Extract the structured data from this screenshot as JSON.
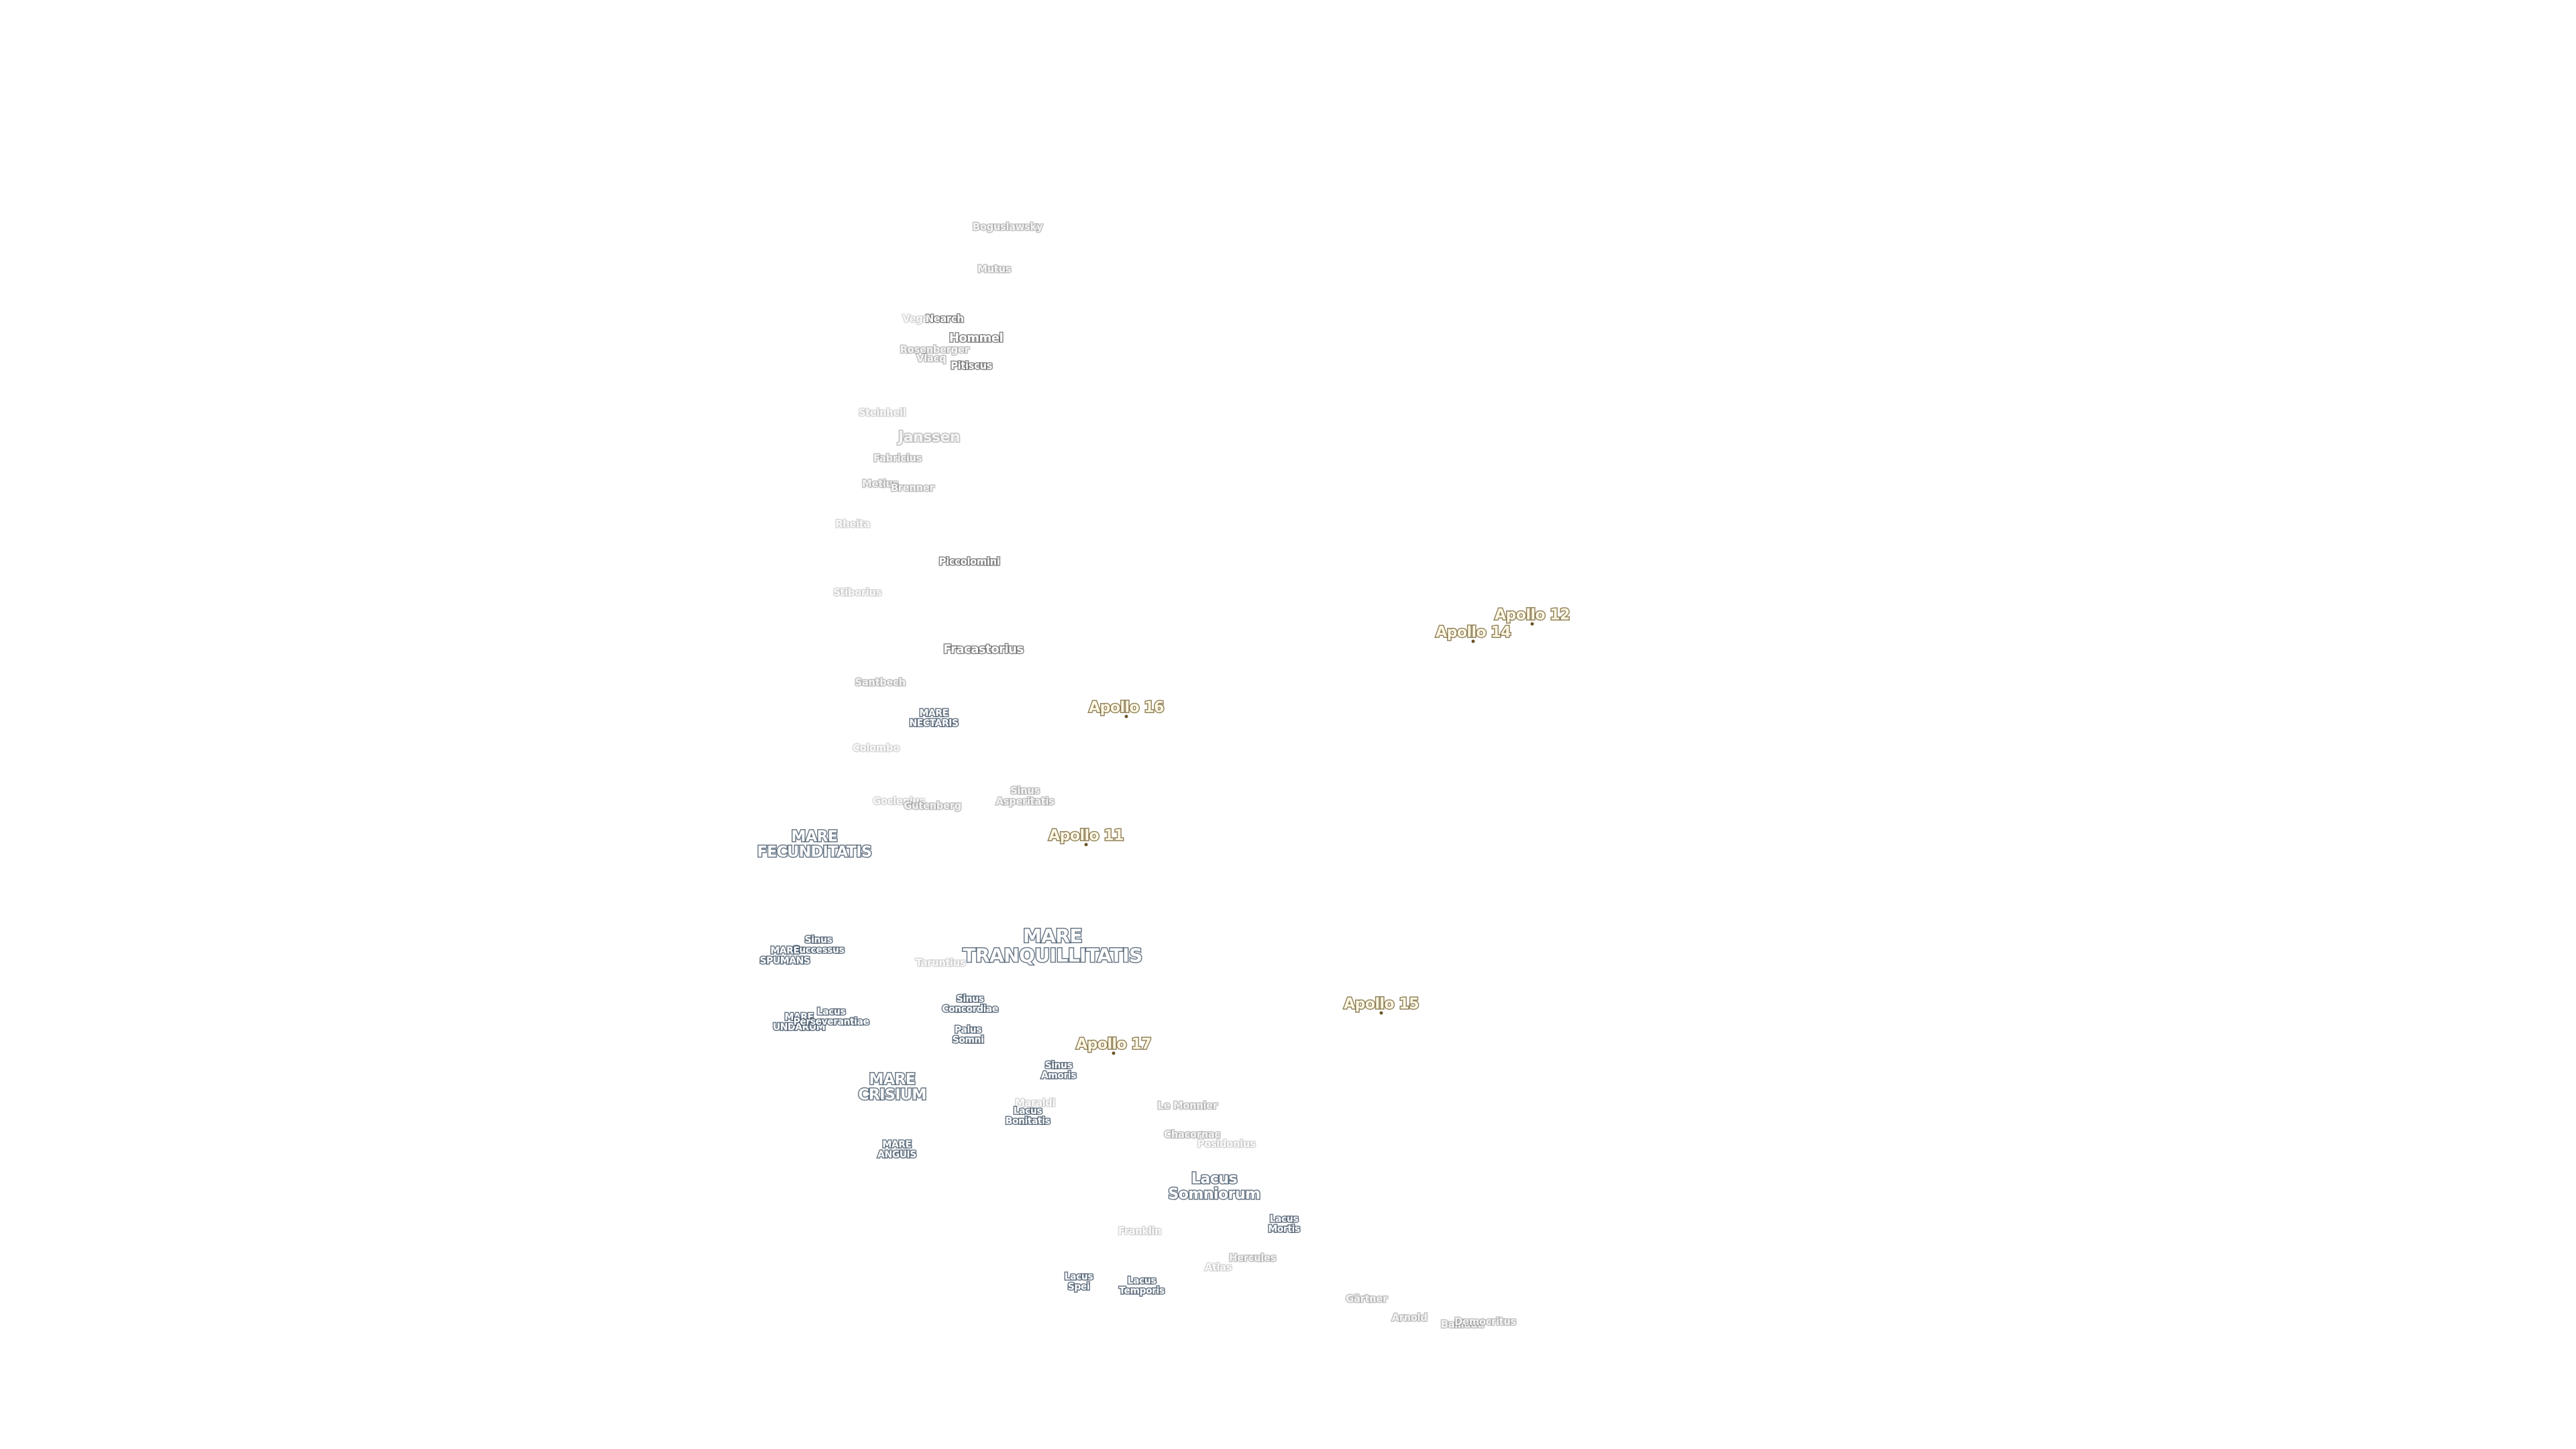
{
  "map": {
    "layer_name": "moon-feature-labels",
    "colors": {
      "background": "#ffffff",
      "crater_halo": "#3c3c3c",
      "mare_halo": "#374b5f",
      "apollo_halo": "#6e5a28",
      "apollo_fill": "#fff8e4"
    },
    "labels": [
      {
        "text": "Boguslawsky",
        "kind": "crater",
        "size": "sm",
        "tone": "faint"
      },
      {
        "text": "Mutus",
        "kind": "crater",
        "size": "sm",
        "tone": "faint"
      },
      {
        "text": "Nearch",
        "kind": "crater",
        "size": "sm",
        "tone": "normal"
      },
      {
        "text": "Vega",
        "kind": "crater",
        "size": "sm",
        "tone": "vfaint"
      },
      {
        "text": "Hommel",
        "kind": "crater",
        "size": "md",
        "tone": "normal"
      },
      {
        "text": "Rosenberger",
        "kind": "crater",
        "size": "sm",
        "tone": "faint"
      },
      {
        "text": "Vlacq",
        "kind": "crater",
        "size": "sm",
        "tone": "faint"
      },
      {
        "text": "Pitiscus",
        "kind": "crater",
        "size": "sm",
        "tone": "normal"
      },
      {
        "text": "Steinheil",
        "kind": "crater",
        "size": "sm",
        "tone": "vfaint"
      },
      {
        "text": "Janssen",
        "kind": "crater",
        "size": "lg",
        "tone": "faint"
      },
      {
        "text": "Fabricius",
        "kind": "crater",
        "size": "sm",
        "tone": "faint"
      },
      {
        "text": "Metius",
        "kind": "crater",
        "size": "sm",
        "tone": "faint"
      },
      {
        "text": "Brenner",
        "kind": "crater",
        "size": "sm",
        "tone": "faint"
      },
      {
        "text": "Rheita",
        "kind": "crater",
        "size": "sm",
        "tone": "vfaint"
      },
      {
        "text": "Piccolomini",
        "kind": "crater",
        "size": "sm",
        "tone": "normal"
      },
      {
        "text": "Stiborius",
        "kind": "crater",
        "size": "sm",
        "tone": "vfaint"
      },
      {
        "text": "Fracastorius",
        "kind": "crater",
        "size": "md",
        "tone": "normal"
      },
      {
        "text": "Santbech",
        "kind": "crater",
        "size": "sm",
        "tone": "faint"
      },
      {
        "text": "MARE\nNECTARIS",
        "kind": "mare",
        "size": "sm"
      },
      {
        "text": "Colombo",
        "kind": "crater",
        "size": "sm",
        "tone": "vfaint"
      },
      {
        "text": "Sinus\nAsperitatis",
        "kind": "crater",
        "size": "sm",
        "tone": "faint"
      },
      {
        "text": "Goclenius",
        "kind": "crater",
        "size": "sm",
        "tone": "vfaint"
      },
      {
        "text": "Gutenberg",
        "kind": "crater",
        "size": "sm",
        "tone": "faint"
      },
      {
        "text": "MARE\nFECUNDITATIS",
        "kind": "mare",
        "size": "md"
      },
      {
        "text": "Sinus\nSuccessus",
        "kind": "mare",
        "size": "sm"
      },
      {
        "text": "MARE\nSPUMANS",
        "kind": "mare",
        "size": "sm"
      },
      {
        "text": "Taruntius",
        "kind": "crater",
        "size": "sm",
        "tone": "vfaint"
      },
      {
        "text": "MARE\nTRANQUILLITATIS",
        "kind": "mare",
        "size": "lg"
      },
      {
        "text": "Sinus\nConcordiae",
        "kind": "mare",
        "size": "sm"
      },
      {
        "text": "MARE\nUNDARUM",
        "kind": "mare",
        "size": "sm"
      },
      {
        "text": "Lacus\nPerseverantiae",
        "kind": "mare",
        "size": "sm"
      },
      {
        "text": "Palus\nSomni",
        "kind": "mare",
        "size": "sm"
      },
      {
        "text": "Sinus\nAmoris",
        "kind": "mare",
        "size": "sm"
      },
      {
        "text": "MARE\nCRISIUM",
        "kind": "mare",
        "size": "md"
      },
      {
        "text": "Maraldi",
        "kind": "crater",
        "size": "sm",
        "tone": "vfaint"
      },
      {
        "text": "Lacus\nBonitatis",
        "kind": "mare",
        "size": "sm"
      },
      {
        "text": "Le Monnier",
        "kind": "crater",
        "size": "sm",
        "tone": "faint"
      },
      {
        "text": "Chacornac",
        "kind": "crater",
        "size": "sm",
        "tone": "faint"
      },
      {
        "text": "Posidonius",
        "kind": "crater",
        "size": "sm",
        "tone": "vfaint"
      },
      {
        "text": "MARE\nANGUIS",
        "kind": "mare",
        "size": "sm"
      },
      {
        "text": "Lacus\nSomniorum",
        "kind": "mare",
        "size": "md"
      },
      {
        "text": "Lacus\nMortis",
        "kind": "mare",
        "size": "sm"
      },
      {
        "text": "Franklin",
        "kind": "crater",
        "size": "sm",
        "tone": "vfaint"
      },
      {
        "text": "Hercules",
        "kind": "crater",
        "size": "sm",
        "tone": "faint"
      },
      {
        "text": "Atlas",
        "kind": "crater",
        "size": "sm",
        "tone": "vfaint"
      },
      {
        "text": "Lacus\nSpei",
        "kind": "mare",
        "size": "sm"
      },
      {
        "text": "Lacus\nTemporis",
        "kind": "mare",
        "size": "sm"
      },
      {
        "text": "Gärtner",
        "kind": "crater",
        "size": "sm",
        "tone": "faint"
      },
      {
        "text": "Arnold",
        "kind": "crater",
        "size": "sm",
        "tone": "faint"
      },
      {
        "text": "Baillaud",
        "kind": "crater",
        "size": "sm",
        "tone": "faint"
      },
      {
        "text": "Democritus",
        "kind": "crater",
        "size": "sm",
        "tone": "faint"
      },
      {
        "text": "Apollo 12",
        "kind": "apollo"
      },
      {
        "text": "Apollo 14",
        "kind": "apollo"
      },
      {
        "text": "Apollo 16",
        "kind": "apollo"
      },
      {
        "text": "Apollo 11",
        "kind": "apollo"
      },
      {
        "text": "Apollo 15",
        "kind": "apollo"
      },
      {
        "text": "Apollo 17",
        "kind": "apollo"
      }
    ]
  }
}
